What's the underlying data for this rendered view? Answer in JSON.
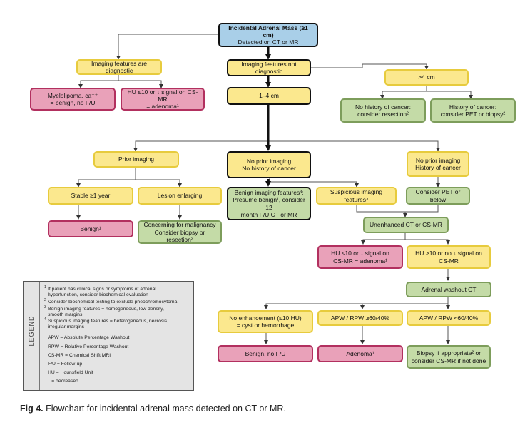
{
  "nodes": {
    "root": {
      "line1": "Incidental Adrenal Mass (≥1 cm)",
      "line2": "Detected on CT or MR"
    },
    "diag": "Imaging features are diagnostic",
    "notdiag": "Imaging features not diagnostic",
    "gt4": ">4 cm",
    "myelo": "Myelolipoma, ca⁺⁺\n= benign, no F/U",
    "hu10": "HU ≤10 or ↓ signal on CS-MR\n= adenoma¹",
    "cm14": "1–4 cm",
    "nohx": "No history of cancer:\nconsider resection²",
    "hx": "History of cancer:\nconsider PET or biopsy²",
    "prior": "Prior imaging",
    "noprior_nohx": "No prior imaging\nNo history of cancer",
    "noprior_hx": "No prior imaging\nHistory of cancer",
    "stable": "Stable ≥1 year",
    "enlarging": "Lesion enlarging",
    "benign_feat": "Benign imaging features³:\nPresume benign¹, consider 12\nmonth F/U CT or MR",
    "suspicious": "Suspicious imaging features⁴",
    "pet": "Consider PET or below",
    "benign1": "Benign¹",
    "concern": "Concerning for malignancy\nConsider biopsy or resection²",
    "unenh": "Unenhanced CT or CS-MR",
    "hu_low": "HU ≤10 or ↓ signal on\nCS-MR = adenoma¹",
    "hu_high": "HU >10 or no ↓ signal on\nCS-MR",
    "washout": "Adrenal washout CT",
    "noenh": "No enhancement (≤10 HU)\n= cyst or hemorrhage",
    "apw_hi": "APW / RPW ≥60/40%",
    "apw_lo": "APW / RPW <60/40%",
    "benign_nofu": "Benign, no F/U",
    "adenoma": "Adenoma¹",
    "biopsy": "Biopsy if appropriate² or\nconsider CS-MR if not done"
  },
  "legend": {
    "title": "LEGEND",
    "items": [
      {
        "sup": "1",
        "text": "If patient has clinical signs or symptoms of adrenal\nhyperfunction, consider biochemical evaluation"
      },
      {
        "sup": "2",
        "text": "Consider biochemical testing to exclude pheochromocytoma"
      },
      {
        "sup": "3",
        "text": "Benign imaging features = homogeneous, low density,\nsmooth margins"
      },
      {
        "sup": "4",
        "text": "Suspicious imaging features = heterogeneous, necrosis,\nirregular margins"
      },
      {
        "sup": "",
        "text": "APW = Absolute Percentage Washout"
      },
      {
        "sup": "",
        "text": "RPW = Relative Percentage Washout"
      },
      {
        "sup": "",
        "text": "CS-MR = Chemical Shift MRI"
      },
      {
        "sup": "",
        "text": "F/U = Follow-up"
      },
      {
        "sup": "",
        "text": "HU = Hounsfield Unit"
      },
      {
        "sup": "",
        "text": "↓ = decreased"
      }
    ]
  },
  "caption": {
    "label": "Fig 4.",
    "text": "Flowchart for incidental adrenal mass detected on CT or MR."
  }
}
